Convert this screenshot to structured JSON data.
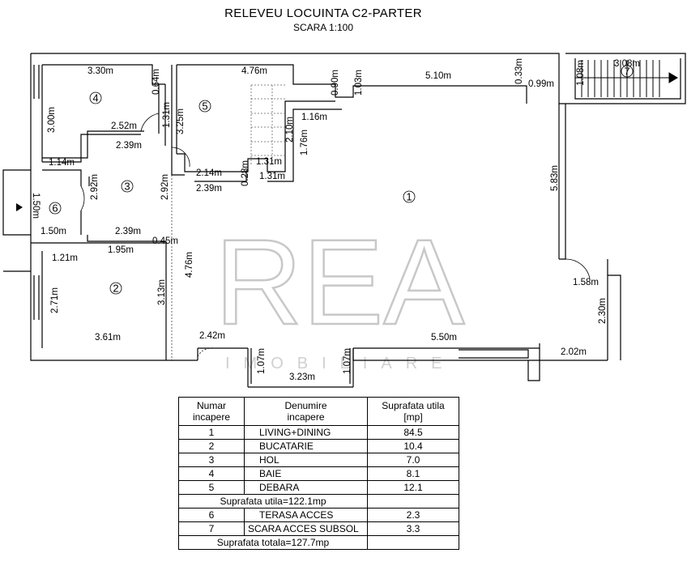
{
  "title": "RELEVEU LOCUINTA  C2-PARTER",
  "subtitle": "SCARA 1:100",
  "watermark": {
    "brand": "REA",
    "tagline": "IMOBILIARE"
  },
  "rooms": {
    "r1": "1",
    "r2": "2",
    "r3": "3",
    "r4": "4",
    "r5": "5",
    "r6": "6",
    "r7": "7"
  },
  "dims": {
    "d_330": "3.30m",
    "d_064": "0.64m",
    "d_476_top": "4.76m",
    "d_090": "0.90m",
    "d_103": "1.03m",
    "d_510": "5.10m",
    "d_033": "0.33m",
    "d_099": "0.99m",
    "d_108": "1.08m",
    "d_308": "3.08m",
    "d_300": "3.00m",
    "d_131_v": "1.31m",
    "d_325": "3.25m",
    "d_116": "1.16m",
    "d_210": "2.10m",
    "d_176": "1.76m",
    "d_252": "2.52m",
    "d_239_a": "2.39m",
    "d_114": "1.14m",
    "d_131_a": "1.31m",
    "d_131_b": "1.31m",
    "d_028": "0.28m",
    "d_214": "2.14m",
    "d_239_b": "2.39m",
    "d_292_a": "2.92m",
    "d_292_b": "2.92m",
    "d_583": "5.83m",
    "d_150_v": "1.50m",
    "d_150_h": "1.50m",
    "d_239_c": "2.39m",
    "d_195": "1.95m",
    "d_045": "0.45m",
    "d_121": "1.21m",
    "d_476_mid": "4.76m",
    "d_271": "2.71m",
    "d_313": "3.13m",
    "d_158": "1.58m",
    "d_230": "2.30m",
    "d_361": "3.61m",
    "d_242": "2.42m",
    "d_550": "5.50m",
    "d_202": "2.02m",
    "d_107_a": "1.07m",
    "d_107_b": "1.07m",
    "d_323": "3.23m"
  },
  "legend": {
    "headers": {
      "num": "Numar\nincapere",
      "name": "Denumire\nincapere",
      "area": "Suprafata utila\n[mp]"
    },
    "rows": [
      {
        "num": "1",
        "name": "LIVING+DINING",
        "area": "84.5"
      },
      {
        "num": "2",
        "name": "BUCATARIE",
        "area": "10.4"
      },
      {
        "num": "3",
        "name": "HOL",
        "area": "7.0"
      },
      {
        "num": "4",
        "name": "BAIE",
        "area": "8.1"
      },
      {
        "num": "5",
        "name": "DEBARA",
        "area": "12.1"
      }
    ],
    "subtotal": "Suprafata utila=122.1mp",
    "extra_rows": [
      {
        "num": "6",
        "name": "TERASA ACCES",
        "area": "2.3"
      },
      {
        "num": "7",
        "name": "SCARA ACCES SUBSOL",
        "area": "3.3"
      }
    ],
    "total": "Suprafata totala=127.7mp"
  }
}
